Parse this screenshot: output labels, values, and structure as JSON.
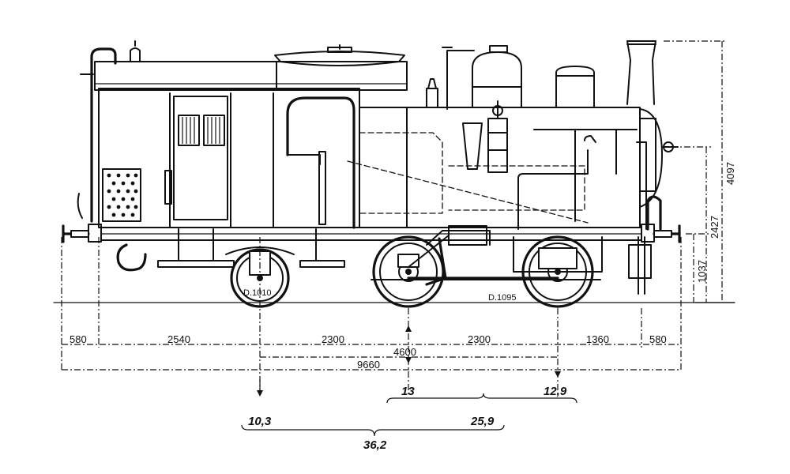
{
  "dimensions": {
    "horizontal": {
      "seg_front_overhang": "580",
      "seg_front_to_axle1": "2540",
      "seg_axle1_axle2": "2300",
      "seg_axle2_axle3": "2300",
      "seg_axle3_to_end": "1360",
      "seg_rear_overhang": "580",
      "wheelbase_total": "4600",
      "length_overall": "9660"
    },
    "vertical": {
      "total_height": "4097",
      "boiler_axis_height": "2427",
      "buffer_height": "1037"
    }
  },
  "wheel_labels": {
    "carrying_wheel": "D.1010",
    "driving_wheel": "D.1095"
  },
  "axle_loads": {
    "axle1": "10,3",
    "axle2": "13",
    "axle3": "12,9",
    "coupled_sum": "25,9",
    "total": "36,2"
  },
  "colors": {
    "ink": "#111111",
    "paper": "#ffffff"
  }
}
